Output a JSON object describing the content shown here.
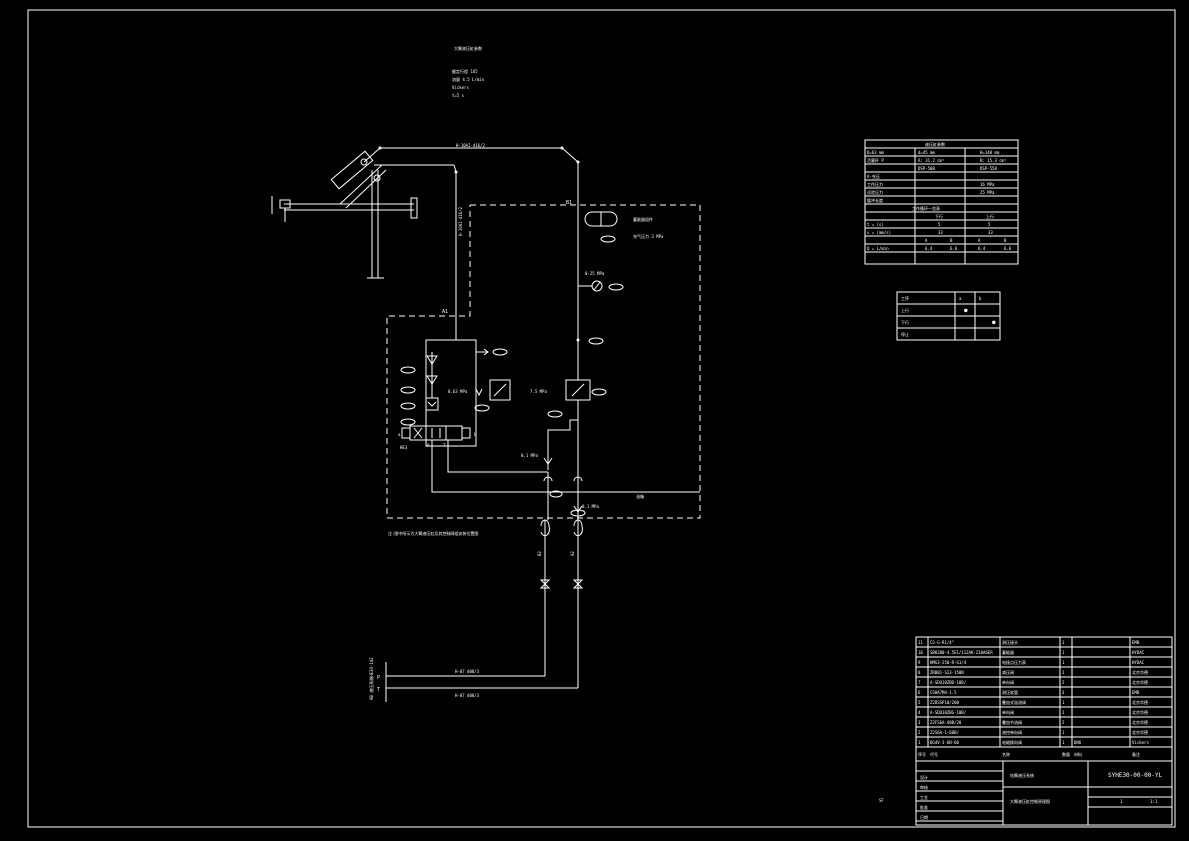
{
  "colors": {
    "background": "#000000",
    "line": "#ffffff"
  },
  "notes": {
    "top": [
      "大臂液压缸参数",
      "额定行程 165",
      "流量 4.5 L/min",
      "Vickers",
      "t=5 s"
    ],
    "bottom": "注:图中所示为大臂液压缸及其控制阀组安装位置图"
  },
  "pipes": {
    "top": "H-10AI-d16/2",
    "vertical": "H-10AI-d16/2",
    "lower_p": "H-07 d08/3",
    "lower_t": "H-07 d08/3",
    "side_bracket": "AB 液压系统HE30-142"
  },
  "ports": {
    "a1": "A1",
    "b1": "B1",
    "p": "P",
    "t": "T",
    "a": "a",
    "b": "b"
  },
  "labels": {
    "accumulator": "蓄能器组件",
    "acc_pressure": "充气压力 3 MPa",
    "gauge_p": "0-25 MPa",
    "relief": "7.5 MPa",
    "relief_small": "0.63 MPa",
    "check1": "0.1 MPa",
    "check2": "0.1 MPa",
    "tank": "油箱",
    "valve_name": "HE3"
  },
  "callouts": [
    "11",
    "10",
    "9",
    "8",
    "7",
    "6",
    "5",
    "4",
    "3",
    "2",
    "1",
    "1",
    "2",
    "3",
    "4",
    "5"
  ],
  "table1": {
    "title": "液压缸参数",
    "rows": [
      [
        "D=63 mm",
        "d=45 mm",
        "H=140 mm"
      ],
      [
        "活塞杆 P",
        "A: 31.2 cm²",
        "B: 15.3 cm²"
      ],
      [
        "",
        "DSP-500",
        "DSP-550"
      ],
      [
        "A-充压",
        "",
        ""
      ],
      [
        "工作压力",
        "",
        "16 MPa"
      ],
      [
        "试验压力",
        "",
        "25 MPa"
      ],
      [
        "缓冲长度",
        "",
        ""
      ]
    ],
    "sub_title": "工作循环一览表",
    "sub_head": [
      "",
      "下行",
      "上行"
    ],
    "sub_rows": [
      [
        "t = (s)",
        "5",
        "5"
      ],
      [
        "v = (mm/s)",
        "33",
        "33"
      ],
      [
        "",
        "A",
        "B",
        "A",
        "B"
      ],
      [
        "Q = L/min",
        "6.4",
        "6.6",
        "6.4",
        "6.6"
      ]
    ]
  },
  "table2": {
    "head": [
      "工序",
      "a",
      "b"
    ],
    "rows": [
      [
        "上行",
        "●",
        ""
      ],
      [
        "下行",
        "",
        "●"
      ],
      [
        "停止",
        "",
        ""
      ]
    ]
  },
  "bom": [
    [
      "11",
      "CS-G-R1/4\"",
      "测压接头",
      "1",
      "",
      "EMB"
    ],
    [
      "10",
      "SBK200-4.5E1/112AK-210A6ER",
      "蓄能器",
      "1",
      "",
      "HYDAC"
    ],
    [
      "9",
      "HMG3-250-R-G1/4",
      "电接点压力表",
      "1",
      "",
      "HYDAC"
    ],
    [
      "8",
      "ZRB01-S23-150N",
      "减压阀",
      "1",
      "",
      "北京华德"
    ],
    [
      "7",
      "A-SDU10ZBD-10B/",
      "单向阀",
      "2",
      "",
      "北京华德"
    ],
    [
      "6",
      "CSHA7M4-1.5",
      "测压软管",
      "3",
      "",
      "EMB"
    ],
    [
      "5",
      "Z2DSSP10/200",
      "叠加式溢流阀",
      "1",
      "",
      "北京华德"
    ],
    [
      "4",
      "A-SDU10ZBG-10B/",
      "单向阀",
      "1",
      "",
      "北京华德"
    ],
    [
      "3",
      "Z2FS6A-40B/20",
      "叠加节流阀",
      "2",
      "",
      "北京华德"
    ],
    [
      "2",
      "Z2S6A-1-60B/",
      "液控单向阀",
      "1",
      "",
      "北京华德"
    ],
    [
      "1",
      "DG4V-3-6N-60",
      "电磁换向阀",
      "1",
      "DN6",
      "Vickers"
    ]
  ],
  "title_block": {
    "header": [
      "序号",
      "代号",
      "名称",
      "数量",
      "材料",
      "备注"
    ],
    "design_unit": "大臂液压缸控制原理图",
    "project": "钻臂液压系统",
    "drawing_no": "SYHE30-00-00-YL",
    "scale": "1:1",
    "sheet": "1",
    "labels": [
      "设计",
      "审核",
      "工艺",
      "批准",
      "日期"
    ]
  }
}
